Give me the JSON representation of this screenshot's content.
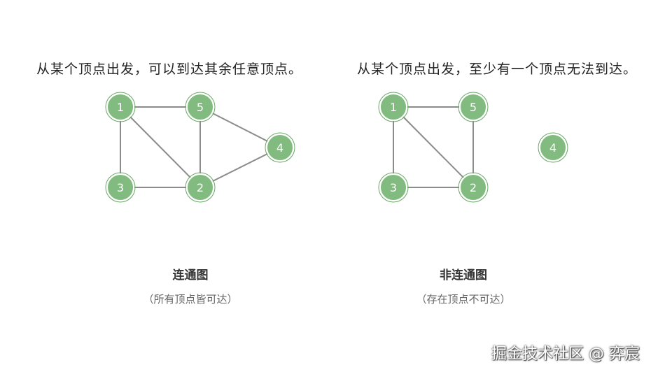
{
  "left": {
    "description": "从某个顶点出发，可以到达其余任意顶点。",
    "title": "连通图",
    "subtitle": "（所有顶点皆可达）",
    "nodes": [
      "1",
      "5",
      "3",
      "2",
      "4"
    ]
  },
  "right": {
    "description": "从某个顶点出发，至少有一个顶点无法到达。",
    "title": "非连通图",
    "subtitle": "（存在顶点不可达）",
    "nodes": [
      "1",
      "5",
      "3",
      "2",
      "4"
    ]
  },
  "watermark": "掘金技术社区 @ 弈宸",
  "colors": {
    "node_fill": "#82bb7f",
    "node_border": "#6aa867",
    "edge": "#8c8c8c",
    "text": "#222222"
  }
}
